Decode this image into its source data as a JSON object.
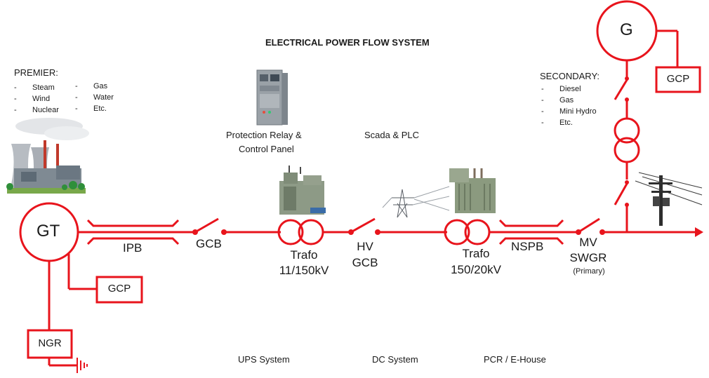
{
  "title": "ELECTRICAL POWER FLOW SYSTEM",
  "premier": {
    "heading": "PREMIER:",
    "col1": [
      "Steam",
      "Wind",
      "Nuclear"
    ],
    "col2": [
      "Gas",
      "Water",
      "Etc."
    ]
  },
  "secondary": {
    "heading": "SECONDARY:",
    "items": [
      "Diesel",
      "Gas",
      "Mini Hydro",
      "Etc."
    ]
  },
  "main_generator": "GT",
  "secondary_generator": "G",
  "boxes": {
    "gcp_main": "GCP",
    "gcp_secondary": "GCP",
    "ngr": "NGR"
  },
  "labels": {
    "ipb": "IPB",
    "gcb": "GCB",
    "trafo1_line1": "Trafo",
    "trafo1_line2": "11/150kV",
    "hv_gcb_line1": "HV",
    "hv_gcb_line2": "GCB",
    "trafo2_line1": "Trafo",
    "trafo2_line2": "150/20kV",
    "nspb": "NSPB",
    "mv_line1": "MV",
    "mv_line2": "SWGR",
    "mv_line3": "(Primary)"
  },
  "annotations": {
    "protection_line1": "Protection Relay &",
    "protection_line2": "Control Panel",
    "scada": "Scada & PLC",
    "ups": "UPS System",
    "dc": "DC System",
    "pcr": "PCR / E-House"
  },
  "colors": {
    "line": "#e8141c",
    "text": "#1a1a1a"
  },
  "icons": [
    "power-plant-icon",
    "control-panel-icon",
    "transformer-photo-icon",
    "transmission-tower-icon",
    "power-transformer-icon",
    "utility-pole-icon",
    "ground-icon",
    "arrow-right-icon"
  ]
}
